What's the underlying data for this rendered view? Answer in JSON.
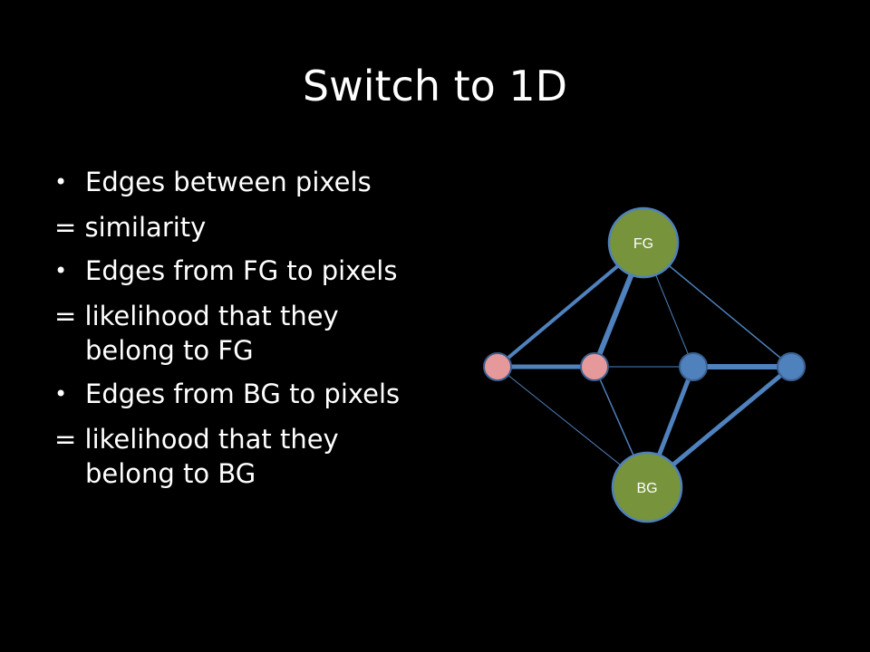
{
  "slide": {
    "title": "Switch to 1D",
    "items": [
      {
        "kind": "bullet",
        "text": "Edges between pixels"
      },
      {
        "kind": "cont",
        "text": "= similarity"
      },
      {
        "kind": "bullet",
        "text": "Edges from FG to pixels"
      },
      {
        "kind": "cont",
        "text": "= likelihood that they"
      },
      {
        "kind": "indent",
        "text": "belong to FG"
      },
      {
        "kind": "bullet",
        "text": "Edges from BG to pixels"
      },
      {
        "kind": "cont",
        "text": "= likelihood that they"
      },
      {
        "kind": "indent",
        "text": "belong to BG"
      }
    ]
  },
  "diagram": {
    "fg_label": "FG",
    "bg_label": "BG",
    "colors": {
      "terminal_fill": "#77933c",
      "fg_pixel_fill": "#e6999a",
      "bg_pixel_fill": "#4f81bd",
      "edge": "#4f81bd"
    }
  }
}
